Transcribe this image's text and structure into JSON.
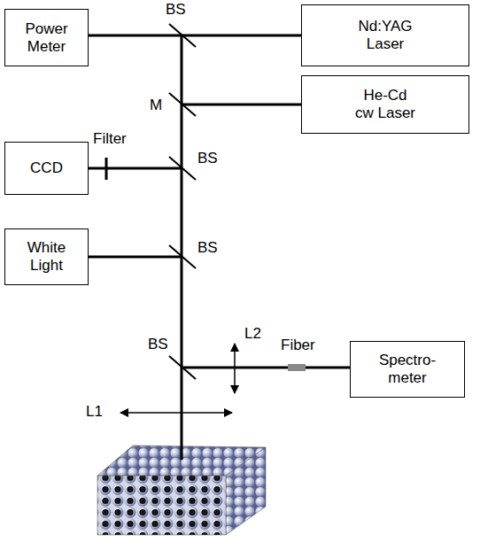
{
  "diagram": {
    "nodes": [
      {
        "text": [
          "Power Meter"
        ]
      },
      {
        "text": [
          "Nd:YAG Laser"
        ]
      },
      {
        "text": [
          "He-Cd cw Laser"
        ]
      },
      {
        "text": [
          "CCD"
        ]
      },
      {
        "text": [
          "White Light"
        ]
      },
      {
        "text": [
          "Spectro-meter"
        ]
      }
    ],
    "edges": [
      {
        "from": 1,
        "to": 0,
        "arrow": "none"
      }
    ],
    "labels": [
      "BS",
      "M",
      "Filter",
      "BS",
      "BS",
      "L2",
      "BS",
      "Fiber",
      "L1"
    ]
  }
}
